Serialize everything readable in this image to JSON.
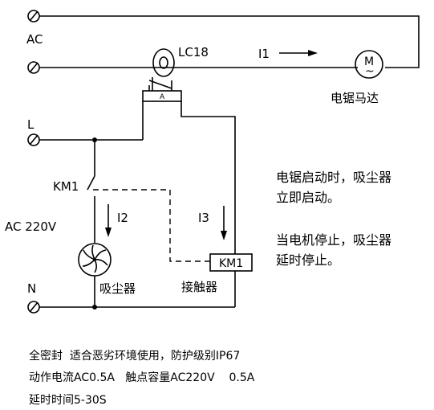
{
  "diagram": {
    "labels": {
      "ac": "AC",
      "sensor": "LC18",
      "current1": "I1",
      "motor": "电锯马达",
      "live": "L",
      "relay_contact": "KM1",
      "supply": "AC 220V",
      "current2": "I2",
      "current3": "I3",
      "contactor_coil": "KM1",
      "neutral": "N",
      "vacuum": "吸尘器",
      "contactor": "接触器",
      "motor_symbol": "M",
      "sensor_box_mark": "A",
      "ac_symbol": "~"
    }
  },
  "notes": {
    "line1": "电锯启动时，吸尘器",
    "line2": "立即启动。",
    "line3": "当电机停止，吸尘器",
    "line4": "延时停止。"
  },
  "specs": {
    "line1": "全密封  适合恶劣环境使用，防护级别IP67",
    "line2": "动作电流AC0.5A   触点容量AC220V    0.5A",
    "line3": "延时时间5-30S"
  }
}
